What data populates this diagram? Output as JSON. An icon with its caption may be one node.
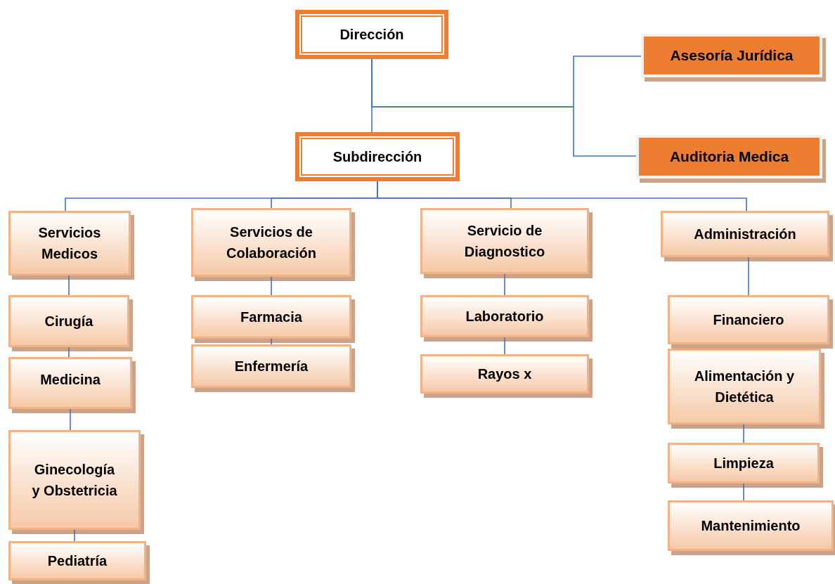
{
  "diagram": {
    "nodes": [
      {
        "text": [
          "Dirección"
        ]
      },
      {
        "text": [
          "Asesoría Jurídica"
        ]
      },
      {
        "text": [
          "Subdirección"
        ]
      },
      {
        "text": [
          "Auditoria Medica"
        ]
      },
      {
        "text": [
          "Servicios Medicos"
        ]
      },
      {
        "text": [
          "Servicios de Colaboración"
        ]
      },
      {
        "text": [
          "Servicio de Diagnostico"
        ]
      },
      {
        "text": [
          "Administración"
        ]
      },
      {
        "text": [
          "Cirugía"
        ]
      },
      {
        "text": [
          "Farmacia"
        ]
      },
      {
        "text": [
          "Laboratorio"
        ]
      },
      {
        "text": [
          "Financiero"
        ]
      },
      {
        "text": [
          "Medicina"
        ]
      },
      {
        "text": [
          "Enfermería"
        ]
      },
      {
        "text": [
          "Rayos x"
        ]
      },
      {
        "text": [
          "Alimentación y Dietética"
        ]
      },
      {
        "text": [
          "Ginecología y Obstetricia"
        ]
      },
      {
        "text": [
          "Limpieza"
        ]
      },
      {
        "text": [
          "Pediatría"
        ]
      },
      {
        "text": [
          "Mantenimiento"
        ]
      }
    ],
    "edges": [
      {
        "from": 0,
        "to": 1,
        "arrow": "none"
      },
      {
        "from": 0,
        "to": 3,
        "arrow": "none"
      },
      {
        "from": 0,
        "to": 2,
        "arrow": "none"
      },
      {
        "from": 2,
        "to": 4,
        "arrow": "none"
      },
      {
        "from": 2,
        "to": 5,
        "arrow": "none"
      },
      {
        "from": 2,
        "to": 6,
        "arrow": "none"
      },
      {
        "from": 2,
        "to": 7,
        "arrow": "none"
      },
      {
        "from": 4,
        "to": 8,
        "arrow": "none"
      },
      {
        "from": 8,
        "to": 12,
        "arrow": "none"
      },
      {
        "from": 12,
        "to": 16,
        "arrow": "none"
      },
      {
        "from": 16,
        "to": 18,
        "arrow": "none"
      },
      {
        "from": 5,
        "to": 9,
        "arrow": "none"
      },
      {
        "from": 9,
        "to": 13,
        "arrow": "none"
      },
      {
        "from": 6,
        "to": 10,
        "arrow": "none"
      },
      {
        "from": 10,
        "to": 14,
        "arrow": "none"
      },
      {
        "from": 7,
        "to": 11,
        "arrow": "none"
      },
      {
        "from": 15,
        "to": 17,
        "arrow": "none"
      },
      {
        "from": 17,
        "to": 19,
        "arrow": "none"
      }
    ]
  }
}
